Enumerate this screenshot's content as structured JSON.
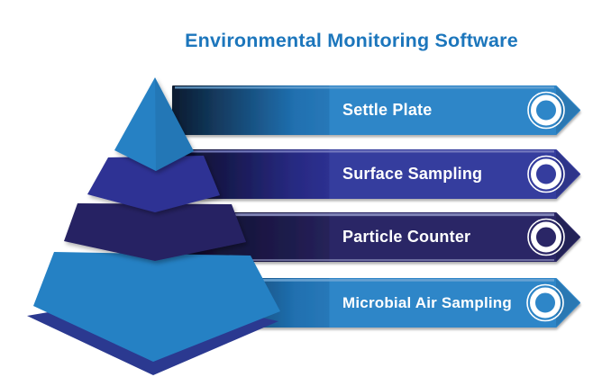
{
  "title": {
    "text": "Environmental Monitoring Software",
    "color": "#1c76bc"
  },
  "banners": {
    "items": [
      {
        "label": "Settle Plate",
        "color": "#2e86c8",
        "dark": "#0b1b30",
        "icon": "ring-icon"
      },
      {
        "label": "Surface Sampling",
        "color": "#353c9e",
        "dark": "#0b0c26",
        "icon": "ring-icon"
      },
      {
        "label": "Particle Counter",
        "color": "#2b2866",
        "dark": "#0d0c28",
        "icon": "ring-icon"
      },
      {
        "label": "Microbial Air Sampling",
        "color": "#2e86c8",
        "dark": "#0b1b30",
        "icon": "ring-icon"
      }
    ],
    "icon_ring_color": "#ffffff"
  },
  "pyramid": {
    "layers": [
      {
        "name": "top-triangle",
        "color": "#2581c4"
      },
      {
        "name": "second-band",
        "color": "#2f3394"
      },
      {
        "name": "third-band",
        "color": "#272363"
      },
      {
        "name": "bottom-band",
        "color": "#2581c4"
      },
      {
        "name": "base-shadow",
        "color": "#2b3990"
      }
    ]
  }
}
